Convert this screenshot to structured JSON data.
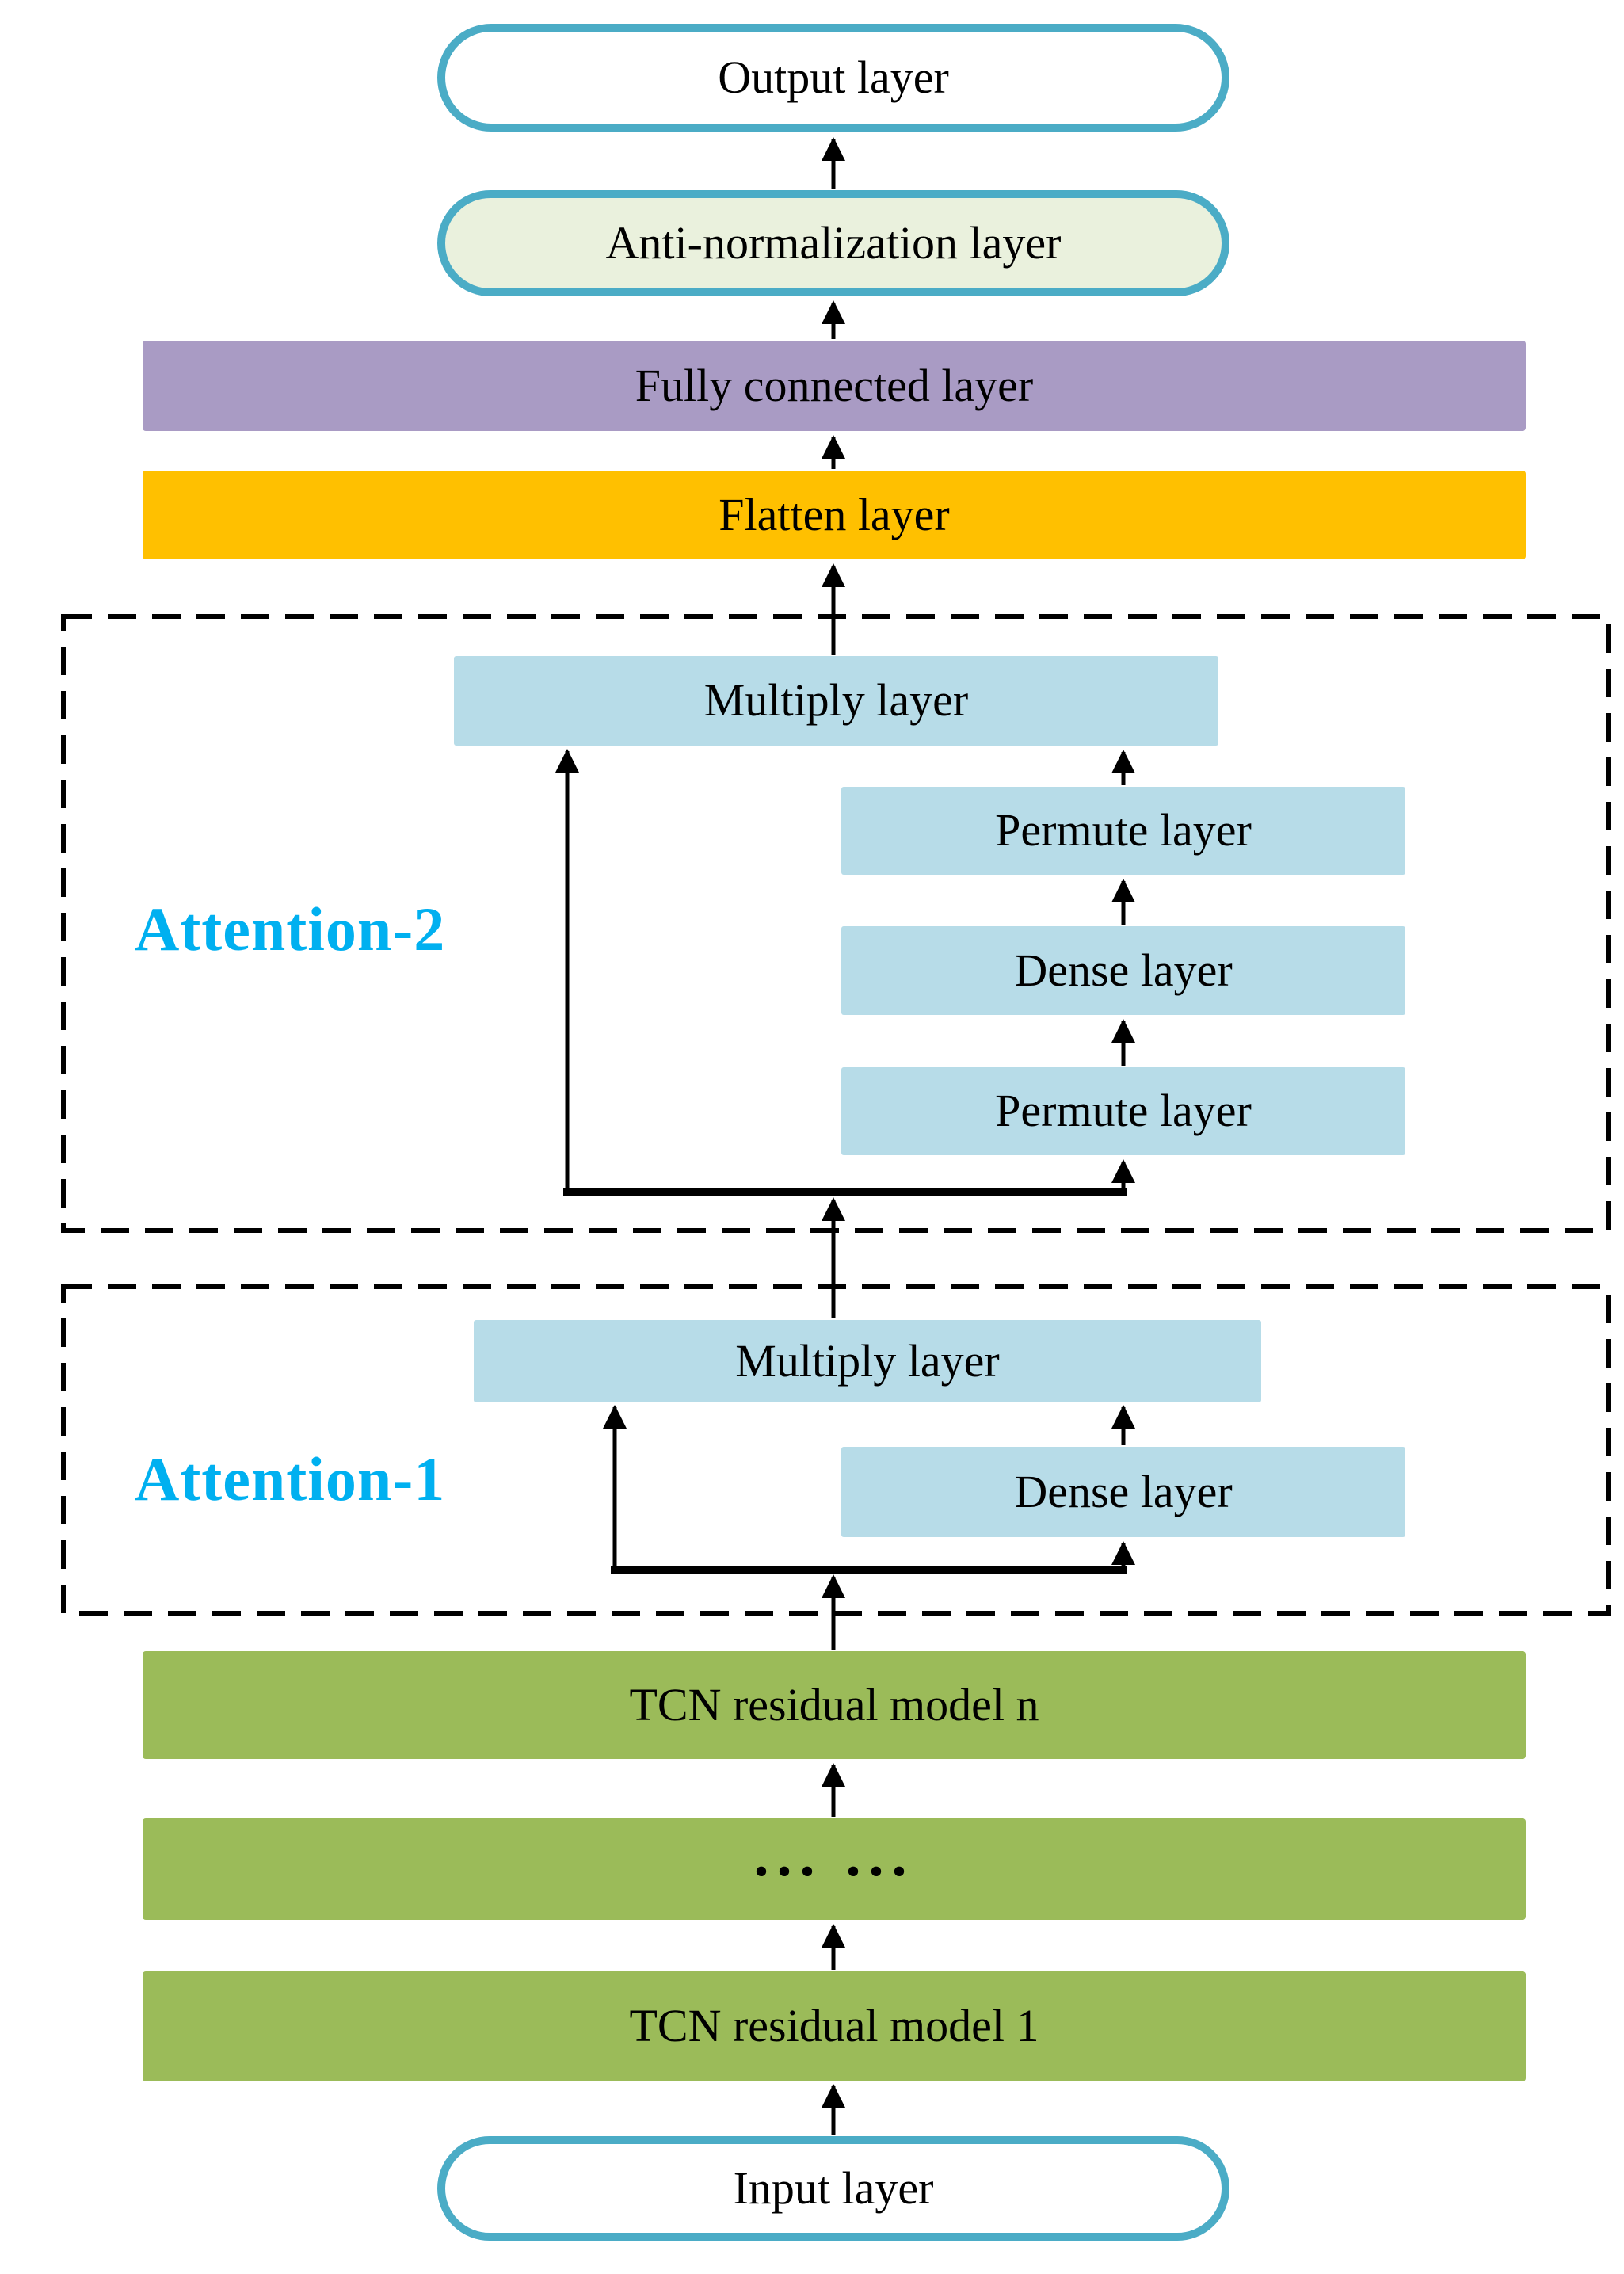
{
  "diagram": {
    "output": {
      "label": "Output layer"
    },
    "anti_normalization": {
      "label": "Anti-normalization layer"
    },
    "fully_connected": {
      "label": "Fully connected layer"
    },
    "flatten": {
      "label": "Flatten layer"
    },
    "attention2": {
      "title": "Attention-2",
      "multiply": {
        "label": "Multiply layer"
      },
      "permute_top": {
        "label": "Permute layer"
      },
      "dense": {
        "label": "Dense layer"
      },
      "permute_bottom": {
        "label": "Permute layer"
      }
    },
    "attention1": {
      "title": "Attention-1",
      "multiply": {
        "label": "Multiply layer"
      },
      "dense": {
        "label": "Dense layer"
      }
    },
    "tcn_model_n": {
      "label": "TCN residual model n"
    },
    "tcn_ellipsis": {
      "label": "... ..."
    },
    "tcn_model_1": {
      "label": "TCN residual model 1"
    },
    "input": {
      "label": "Input layer"
    }
  },
  "colors": {
    "pill_border": "#4BACC6",
    "pill_fill": "#FFFFFF",
    "anti_normalization_fill": "#EAF1DD",
    "fully_connected_fill": "#A99BC4",
    "flatten_fill": "#FFC000",
    "attention_box_fill": "#B7DCE8",
    "tcn_fill": "#9BBB59",
    "attention_title_color": "#00B0F0",
    "arrow_color": "#000000",
    "dashed_border_color": "#000000"
  }
}
